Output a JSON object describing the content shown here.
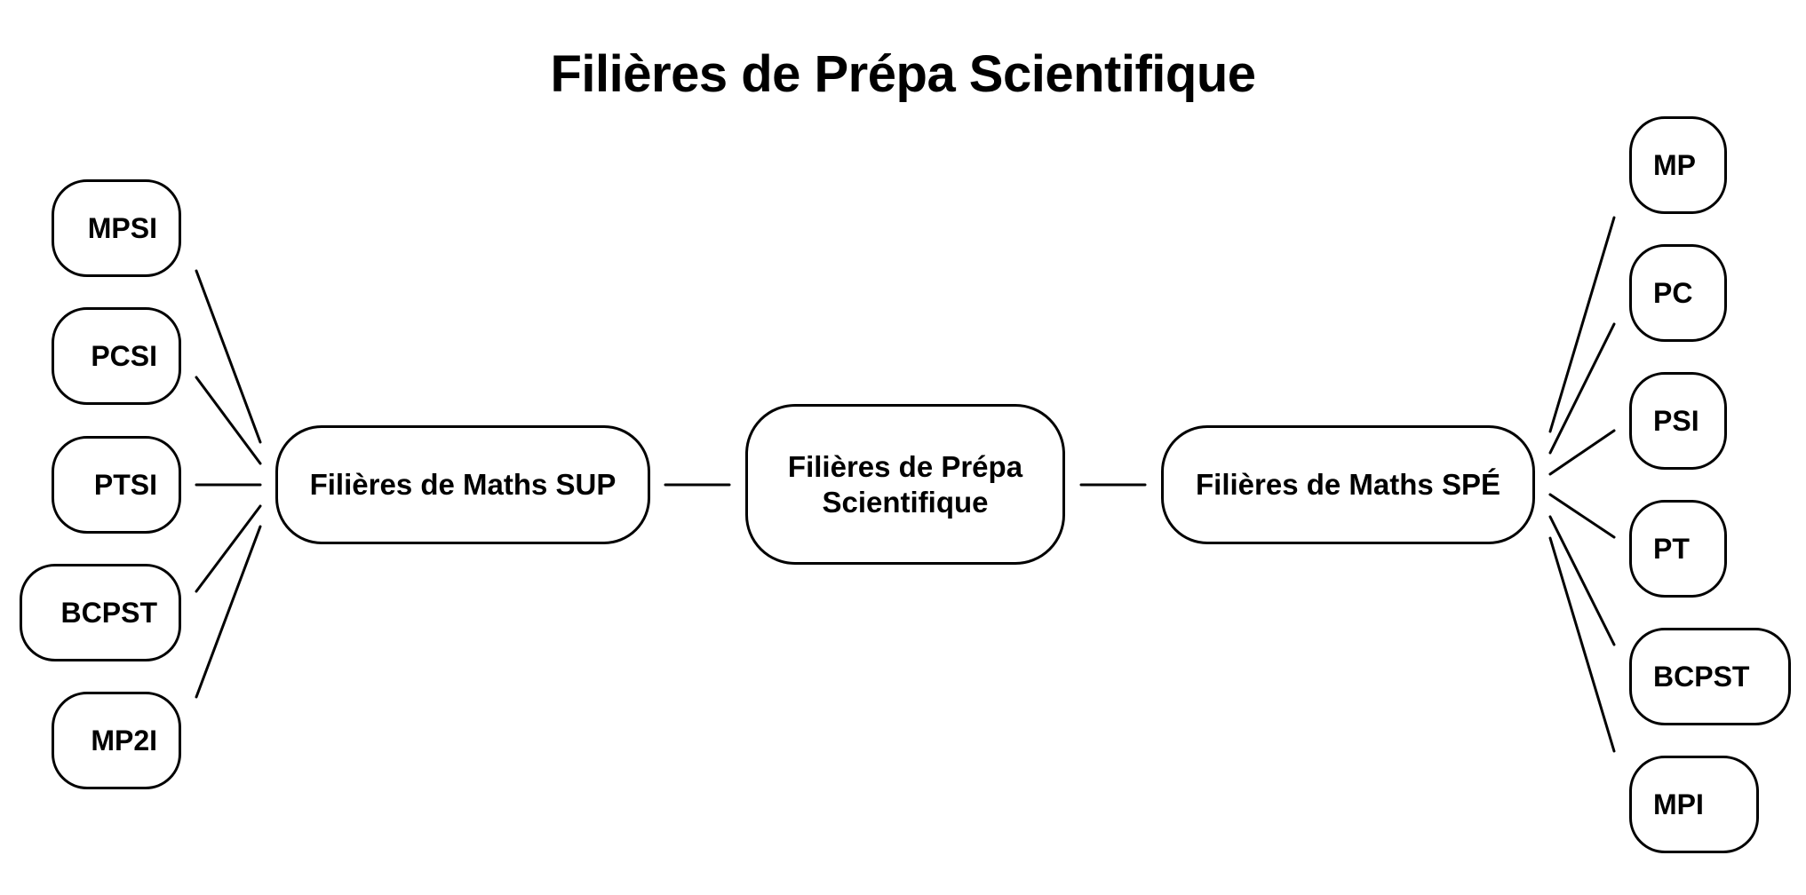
{
  "title": "Filières de Prépa Scientifique",
  "center": {
    "line1": "Filières de Prépa",
    "line2": "Scientifique"
  },
  "sup": {
    "label": "Filières de Maths SUP",
    "items": [
      {
        "label": "MPSI"
      },
      {
        "label": "PCSI"
      },
      {
        "label": "PTSI"
      },
      {
        "label": "BCPST"
      },
      {
        "label": "MP2I"
      }
    ]
  },
  "spe": {
    "label": "Filières de Maths SPÉ",
    "items": [
      {
        "label": "MP"
      },
      {
        "label": "PC"
      },
      {
        "label": "PSI"
      },
      {
        "label": "PT"
      },
      {
        "label": "BCPST"
      },
      {
        "label": "MPI"
      }
    ]
  },
  "colors": {
    "stroke": "#000000",
    "background": "#ffffff",
    "text": "#000000"
  }
}
